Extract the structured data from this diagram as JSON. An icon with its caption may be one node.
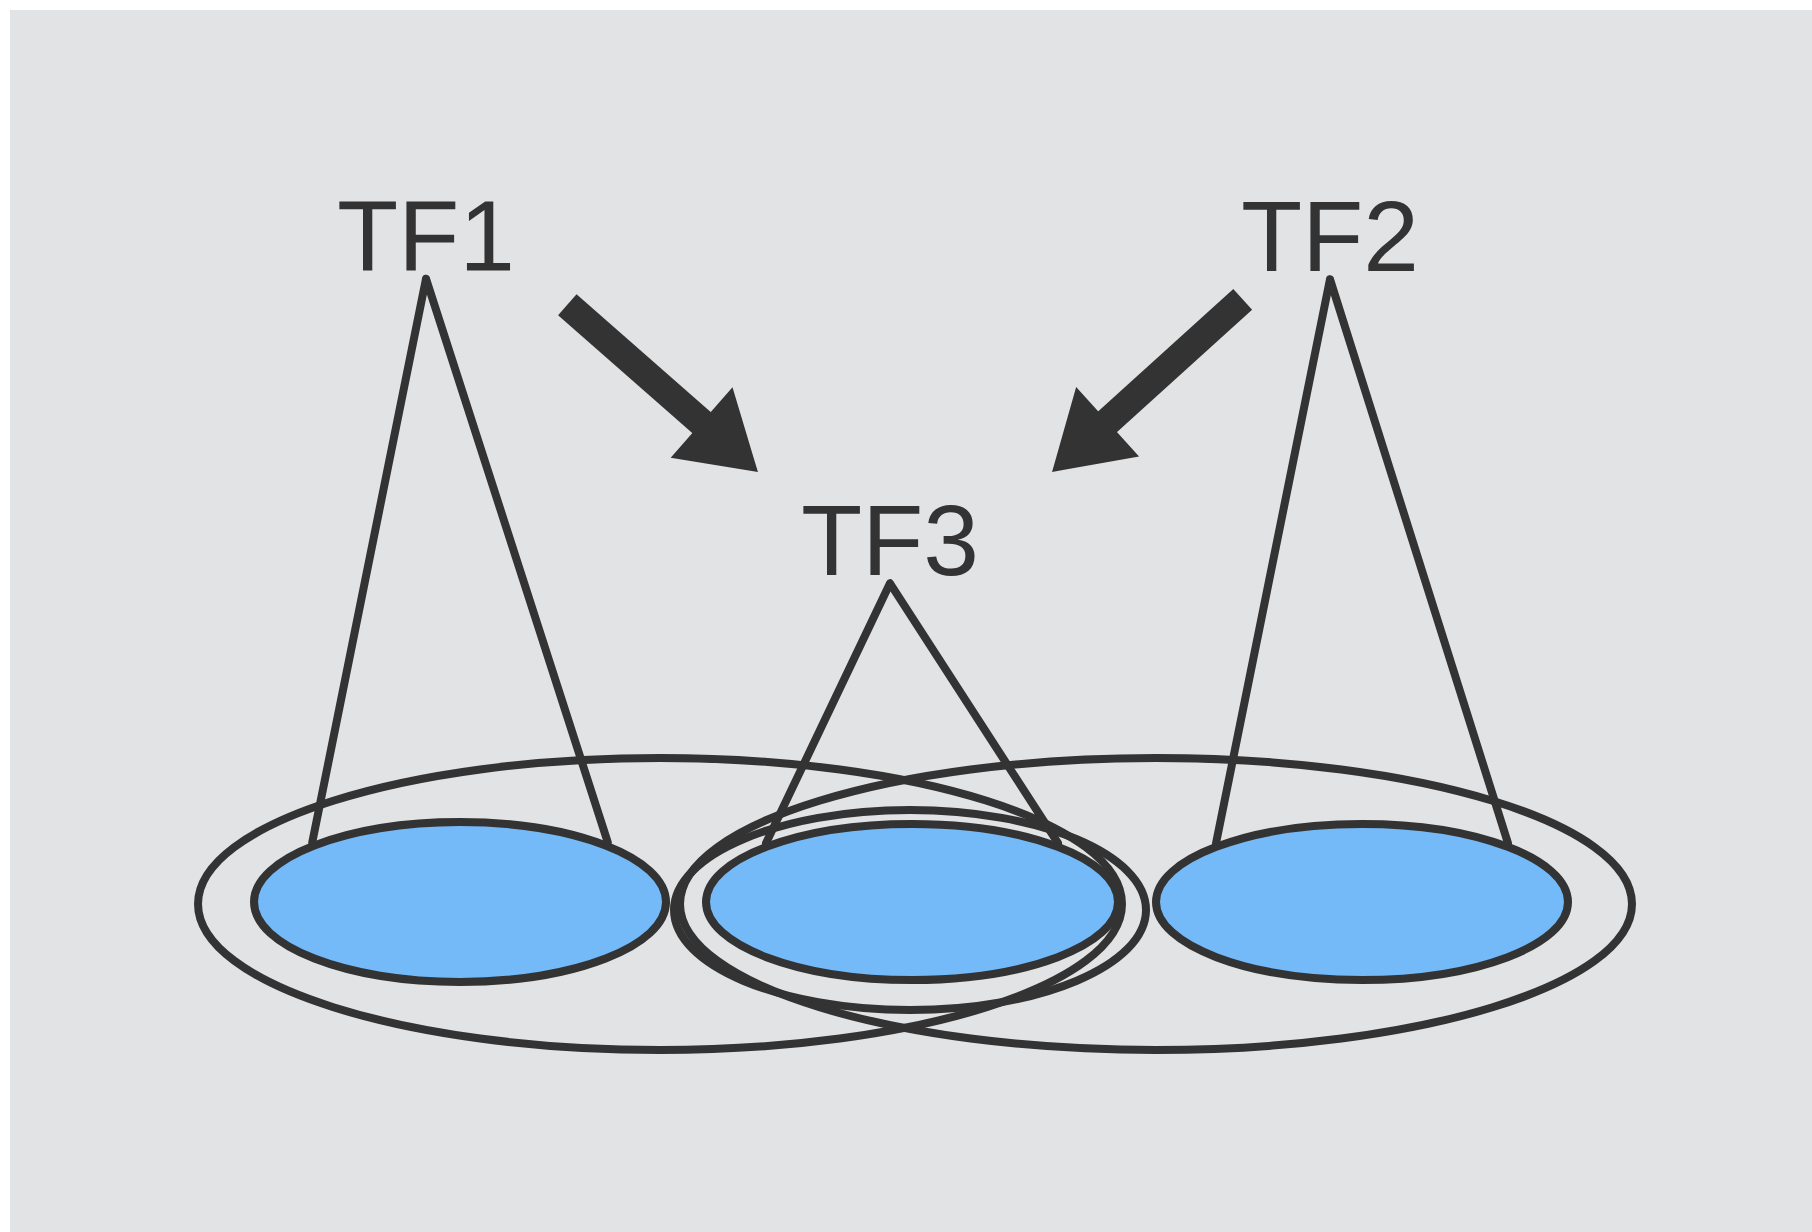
{
  "diagram": {
    "nodes": [
      {
        "text": [
          "TF1"
        ]
      },
      {
        "text": [
          "TF2"
        ]
      },
      {
        "text": [
          "TF3"
        ]
      },
      {
        "text": [],
        "shape": "ellipse"
      },
      {
        "text": [],
        "shape": "ellipse",
        "in": 3
      },
      {
        "text": [],
        "shape": "ellipse"
      },
      {
        "text": [],
        "shape": "ellipse",
        "in": 5
      },
      {
        "text": [],
        "shape": "ellipse"
      },
      {
        "text": [],
        "shape": "ellipse",
        "in": 7
      }
    ],
    "edges": [
      {
        "from": 0,
        "to": 2,
        "arrow": "to",
        "style": "thick"
      },
      {
        "from": 1,
        "to": 2,
        "arrow": "to",
        "style": "thick"
      },
      {
        "from": 0,
        "to": 4,
        "arrow": "none"
      },
      {
        "from": 2,
        "to": 6,
        "arrow": "none"
      },
      {
        "from": 1,
        "to": 8,
        "arrow": "none"
      }
    ]
  }
}
